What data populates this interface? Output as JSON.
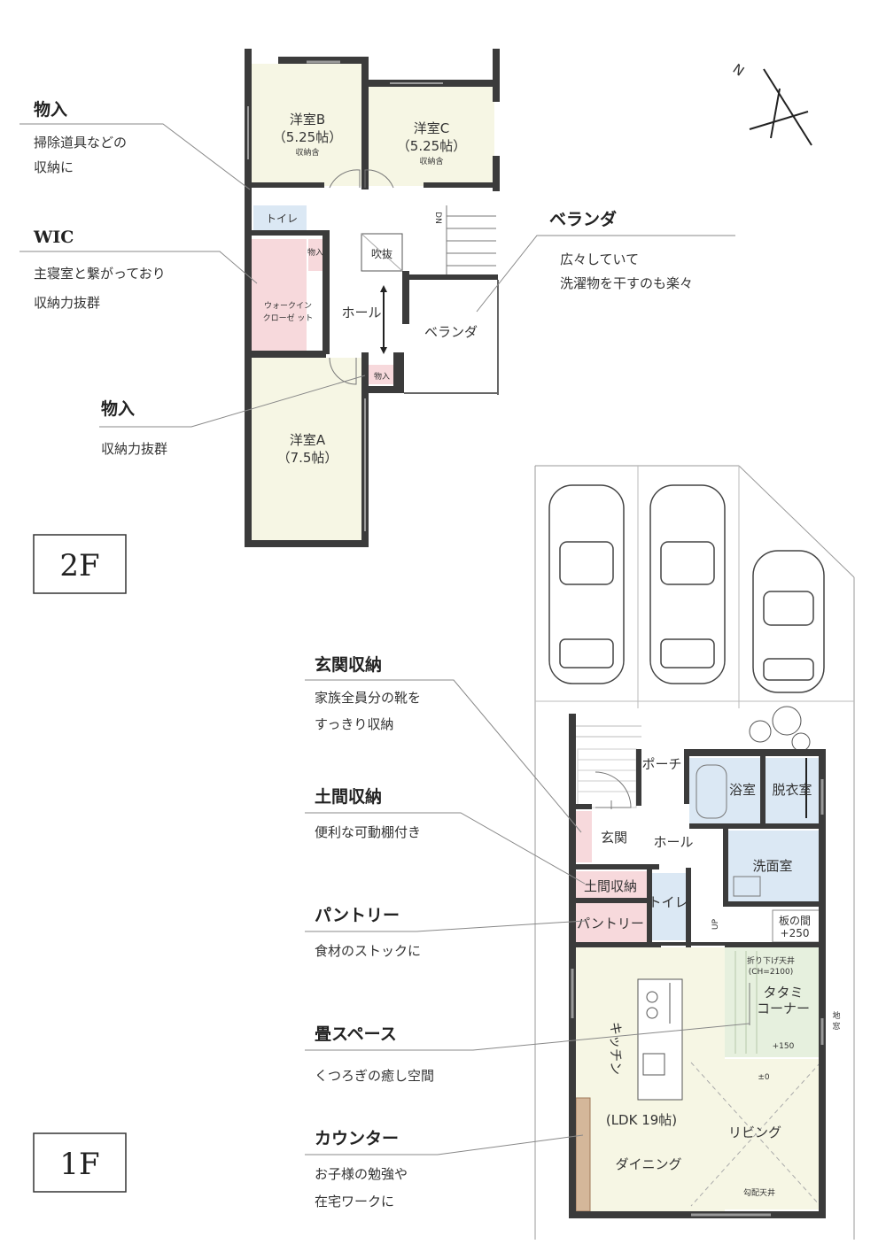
{
  "colors": {
    "room_yellow": "#f6f6e4",
    "storage_pink": "#f7d9dc",
    "wet_blue": "#dbe8f4",
    "tatami_green": "#e6f0de",
    "wall": "#3b3b3b",
    "leader": "#888888"
  },
  "floors": {
    "second": "2F",
    "first": "1F"
  },
  "compass": {
    "north_label": "N"
  },
  "floor2_rooms": {
    "room_b_name": "洋室B",
    "room_b_size": "（5.25帖）",
    "room_b_note": "収納含",
    "room_c_name": "洋室C",
    "room_c_size": "（5.25帖）",
    "room_c_note": "収納含",
    "room_a_name": "洋室A",
    "room_a_size": "（7.5帖）",
    "toilet": "トイレ",
    "storage_small": "物入",
    "wic": "ウォークイン\nクローゼット",
    "wic_line1": "ウォークイン",
    "wic_line2": "クローゼ ット",
    "hall": "ホール",
    "void": "吹抜",
    "balcony": "ベランダ",
    "stairs_dn": "DN",
    "storage_hall": "物入"
  },
  "floor1_rooms": {
    "porch": "ポーチ",
    "bath": "浴室",
    "dressing": "脱衣室",
    "entrance": "玄関",
    "hall": "ホール",
    "washroom": "洗面室",
    "doma_storage": "土間収納",
    "toilet": "トイレ",
    "pantry": "パントリー",
    "up": "UP",
    "board_room": "板の間",
    "board_level": "+250",
    "ceiling_note_1": "折り下げ天井",
    "ceiling_note_2": "(CH=2100)",
    "tatami_1": "タタミ",
    "tatami_2": "コーナー",
    "tatami_level": "+150",
    "kitchen": "キッチン",
    "ldk": "(LDK  19帖)",
    "living": "リビング",
    "living_level": "±0",
    "dining": "ダイニング",
    "slope_ceiling": "勾配天井",
    "floor_window_1": "地",
    "floor_window_2": "窓"
  },
  "callouts": [
    {
      "title": "物入",
      "lines": [
        "掃除道具などの",
        "収納に"
      ]
    },
    {
      "title": "WIC",
      "lines": [
        "主寝室と繋がっており",
        "収納力抜群"
      ]
    },
    {
      "title": "物入",
      "lines": [
        "収納力抜群"
      ]
    },
    {
      "title": "ベランダ",
      "lines": [
        "広々していて",
        "洗濯物を干すのも楽々"
      ]
    },
    {
      "title": "玄関収納",
      "lines": [
        "家族全員分の靴を",
        "すっきり収納"
      ]
    },
    {
      "title": "土間収納",
      "lines": [
        "便利な可動棚付き"
      ]
    },
    {
      "title": "パントリー",
      "lines": [
        "食材のストックに"
      ]
    },
    {
      "title": "畳スペース",
      "lines": [
        "くつろぎの癒し空間"
      ]
    },
    {
      "title": "カウンター",
      "lines": [
        "お子様の勉強や",
        "在宅ワークに"
      ]
    }
  ]
}
